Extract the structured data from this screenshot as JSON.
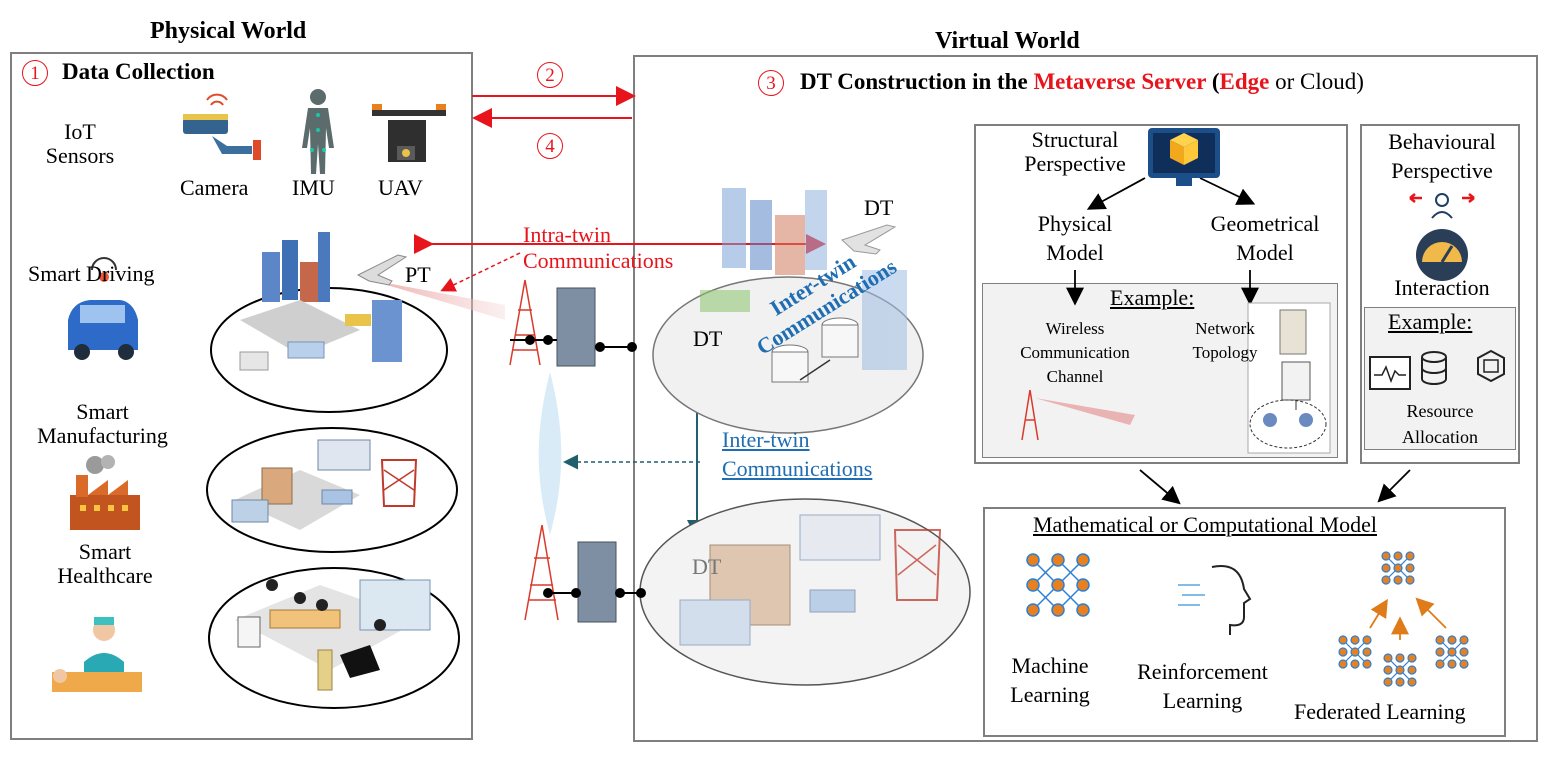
{
  "physical": {
    "title": "Physical World",
    "step_num": "1",
    "step_label": "Data Collection",
    "iot_sensors": "IoT\nSensors",
    "camera": "Camera",
    "imu": "IMU",
    "uav": "UAV",
    "smart_driving": "Smart Driving",
    "smart_manufacturing": "Smart\nManufacturing",
    "smart_healthcare": "Smart\nHealthcare",
    "pt": "PT"
  },
  "links": {
    "step2": "2",
    "step4": "4",
    "intra_twin": "Intra-twin\nCommunications",
    "inter_twin_diag": "Inter-twin\nCommunications",
    "inter_twin": "Inter-twin\nCommunications"
  },
  "virtual": {
    "title": "Virtual World",
    "step_num": "3",
    "title_prefix": "DT Construction in the ",
    "title_server": "Metaverse Server",
    "title_open": " (",
    "title_edge": "Edge",
    "title_rest": " or Cloud)",
    "dt1": "DT",
    "dt2": "DT",
    "dt3": "DT"
  },
  "structural": {
    "title": "Structural\nPerspective",
    "physical_model": "Physical\nModel",
    "geometrical_model": "Geometrical\nModel",
    "example": "Example:",
    "wireless": "Wireless\nCommunication\nChannel",
    "network": "Network\nTopology"
  },
  "behavioural": {
    "title": "Behavioural\nPerspective",
    "interaction": "Interaction",
    "example": "Example:",
    "resource": "Resource\nAllocation"
  },
  "math": {
    "title": "Mathematical or Computational Model",
    "ml": "Machine\nLearning",
    "rl": "Reinforcement\nLearning",
    "fl": "Federated Learning"
  },
  "colors": {
    "red": "#e8141b",
    "blue": "#1f6db3",
    "border": "#7f7f7f",
    "accent_orange": "#e07b1a"
  }
}
